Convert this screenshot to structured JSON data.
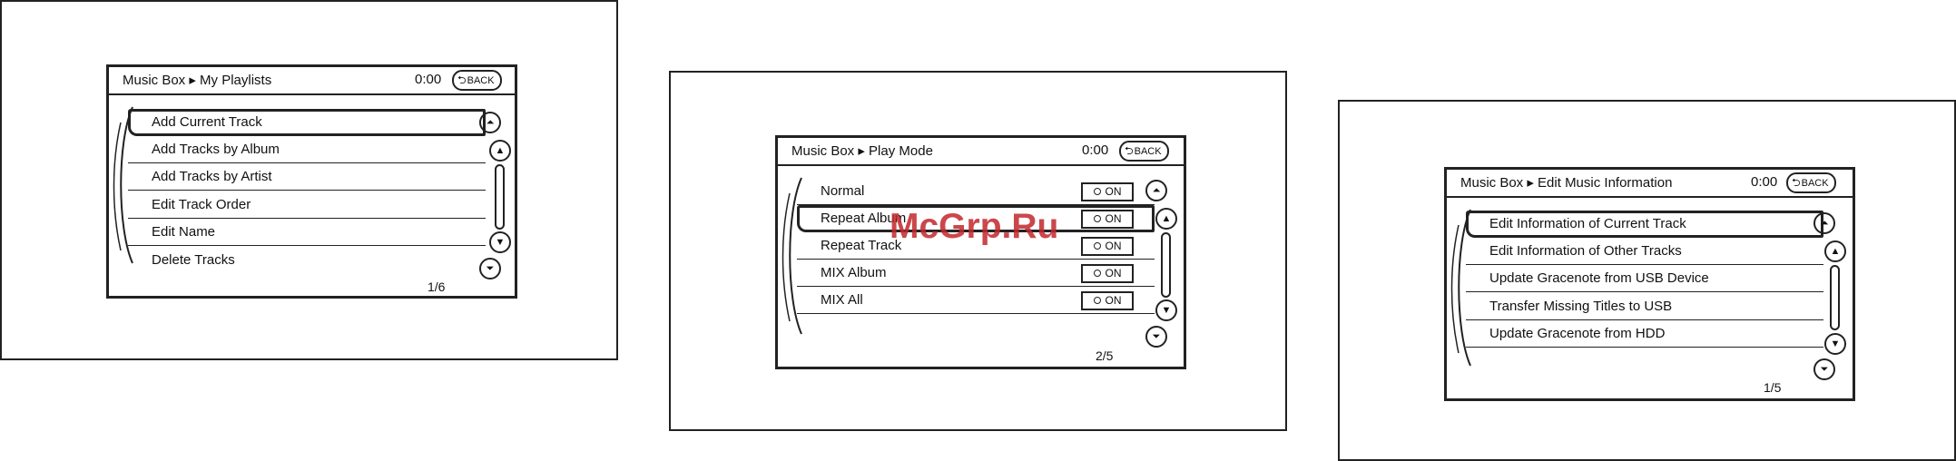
{
  "watermark": "McGrp.Ru",
  "icons": {
    "page_up": "double-chevron-up-icon",
    "line_up": "chevron-up-icon",
    "line_down": "chevron-down-icon",
    "page_down": "double-chevron-down-icon",
    "back": "back-arrow-icon"
  },
  "panels": [
    {
      "title": "Music Box ▸ My Playlists",
      "time": "0:00",
      "back": "BACK",
      "page": "1/6",
      "items": [
        {
          "label": "Add Current Track",
          "selected": true
        },
        {
          "label": "Add Tracks by Album"
        },
        {
          "label": "Add Tracks by Artist"
        },
        {
          "label": "Edit Track Order"
        },
        {
          "label": "Edit Name"
        },
        {
          "label": "Delete Tracks"
        }
      ]
    },
    {
      "title": "Music Box ▸ Play Mode",
      "time": "0:00",
      "back": "BACK",
      "page": "2/5",
      "items": [
        {
          "label": "Normal",
          "toggle": "ON"
        },
        {
          "label": "Repeat Album",
          "toggle": "ON",
          "selected": true
        },
        {
          "label": "Repeat Track",
          "toggle": "ON"
        },
        {
          "label": "MIX Album",
          "toggle": "ON"
        },
        {
          "label": "MIX All",
          "toggle": "ON"
        }
      ]
    },
    {
      "title": "Music Box ▸ Edit Music Information",
      "time": "0:00",
      "back": "BACK",
      "page": "1/5",
      "items": [
        {
          "label": "Edit Information of Current Track",
          "selected": true
        },
        {
          "label": "Edit Information of Other Tracks"
        },
        {
          "label": "Update Gracenote from USB Device"
        },
        {
          "label": "Transfer Missing Titles to USB"
        },
        {
          "label": "Update Gracenote from HDD"
        }
      ]
    }
  ]
}
